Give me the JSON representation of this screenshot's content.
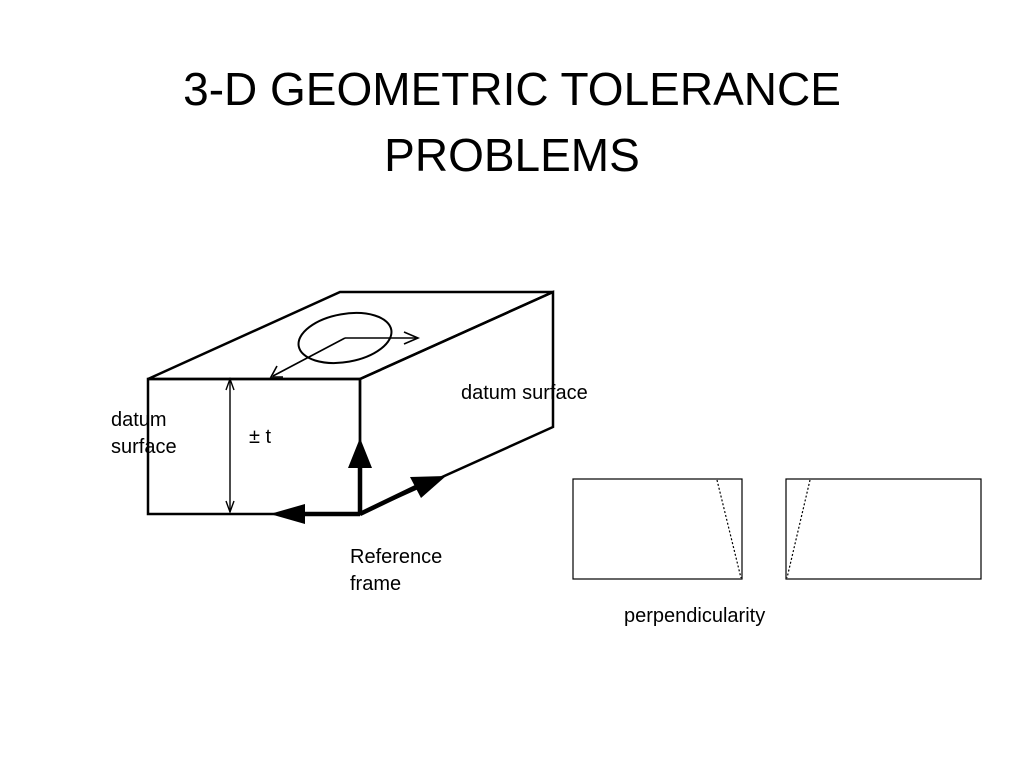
{
  "slide": {
    "title_line1": "3-D GEOMETRIC TOLERANCE",
    "title_line2": "PROBLEMS"
  },
  "diagram": {
    "labels": {
      "datum_surface_top": "datum surface",
      "datum_surface_left_line1": "datum",
      "datum_surface_left_line2": "surface",
      "tolerance": "± t",
      "reference_frame_line1": "Reference",
      "reference_frame_line2": "frame",
      "perpendicularity": "perpendicularity"
    }
  }
}
